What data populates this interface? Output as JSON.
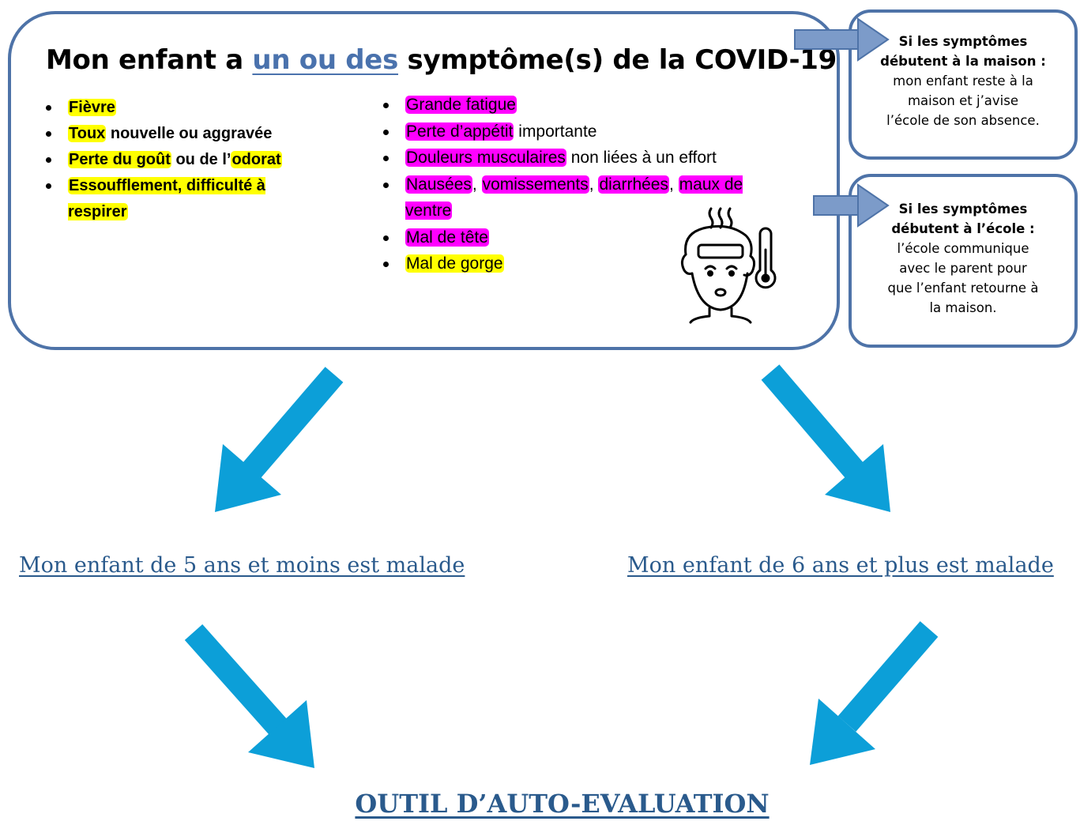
{
  "main": {
    "title_prefix": "Mon enfant a ",
    "title_emphasis": "un ou des",
    "title_suffix": " symptôme(s) de la COVID-19",
    "left_symptoms": [
      [
        {
          "text": "Fièvre",
          "hl": "yellow"
        }
      ],
      [
        {
          "text": "Toux",
          "hl": "yellow"
        },
        {
          "text": " nouvelle ou aggravée",
          "hl": ""
        }
      ],
      [
        {
          "text": "Perte du goût",
          "hl": "yellow"
        },
        {
          "text": " ou de l’",
          "hl": ""
        },
        {
          "text": "odorat",
          "hl": "yellow"
        }
      ],
      [
        {
          "text": "Essoufflement, difficulté à respirer",
          "hl": "yellow"
        }
      ]
    ],
    "right_symptoms": [
      [
        {
          "text": "Grande fatigue",
          "hl": "magenta"
        }
      ],
      [
        {
          "text": "Perte d’appétit",
          "hl": "magenta"
        },
        {
          "text": " importante",
          "hl": ""
        }
      ],
      [
        {
          "text": "Douleurs musculaires",
          "hl": "magenta"
        },
        {
          "text": " non liées à un effort",
          "hl": ""
        }
      ],
      [
        {
          "text": "Nausées",
          "hl": "magenta"
        },
        {
          "text": ", ",
          "hl": ""
        },
        {
          "text": "vomissements",
          "hl": "magenta"
        },
        {
          "text": ", ",
          "hl": ""
        },
        {
          "text": "diarrhées",
          "hl": "magenta"
        },
        {
          "text": ", ",
          "hl": ""
        },
        {
          "text": "maux de ventre",
          "hl": "magenta"
        }
      ],
      [
        {
          "text": "Mal de tête",
          "hl": "magenta"
        }
      ],
      [
        {
          "text": "Mal de gorge",
          "hl": "yellow"
        }
      ]
    ]
  },
  "home_box": {
    "heading_line1": "Si les symptômes",
    "heading_line2": "débutent à la maison :",
    "body": [
      "mon enfant reste à la",
      "maison et j’avise",
      "l’école de son absence."
    ]
  },
  "school_box": {
    "heading_line1": "Si les symptômes",
    "heading_line2": "débutent à l’école :",
    "body": [
      "l’école communique",
      "avec le parent pour",
      "que l’enfant retourne à",
      "la maison."
    ]
  },
  "links": {
    "under_5": "Mon enfant de 5 ans et moins est malade",
    "over_6": "Mon enfant de 6 ans et plus est malade"
  },
  "tool_label": "OUTIL D’AUTO-EVALUATION",
  "icons": {
    "sick_child": "sick-child-thermometer-icon"
  },
  "colors": {
    "box_border": "#4e73a8",
    "highlight_yellow": "#ffff00",
    "highlight_magenta": "#ff00ff",
    "flow_arrow": "#0c9fd8",
    "side_arrow": "#7c9bc9",
    "link": "#2a5a8c"
  }
}
